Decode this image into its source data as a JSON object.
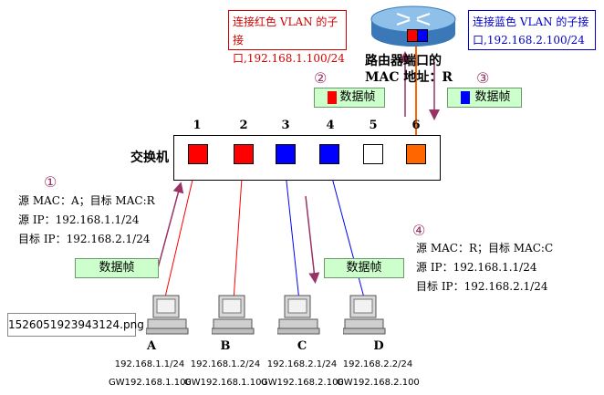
{
  "red_subif_note": [
    "连接红色 VLAN 的子接",
    "口,192.168.1.100/24"
  ],
  "blue_subif_note": [
    "连接蓝色 VLAN 的子接",
    "口,192.168.2.100/24"
  ],
  "router_mac": [
    "路由器端口的",
    "MAC 地址：R"
  ],
  "frame_label": "数据帧",
  "step_marks": [
    "①",
    "②",
    "③",
    "④"
  ],
  "switch_label": "交换机",
  "ports": [
    {
      "num": "1",
      "color": "#ff0000"
    },
    {
      "num": "2",
      "color": "#ff0000"
    },
    {
      "num": "3",
      "color": "#0000ff"
    },
    {
      "num": "4",
      "color": "#0000ff"
    },
    {
      "num": "5",
      "color": "#ffffff"
    },
    {
      "num": "6",
      "color": "#ff6600"
    }
  ],
  "step1": [
    "源 MAC：A；目标 MAC:R",
    "源 IP：192.168.1.1/24",
    "目标 IP：192.168.2.1/24"
  ],
  "step4": [
    "源 MAC：R；目标 MAC:C",
    "源 IP：192.168.1.1/24",
    "目标 IP：192.168.2.1/24"
  ],
  "filename": "1526051923943124.png",
  "pcs": [
    {
      "name": "A",
      "ip": "192.168.1.1/24",
      "gw": "GW192.168.1.100"
    },
    {
      "name": "B",
      "ip": "192.168.1.2/24",
      "gw": "GW192.168.1.100"
    },
    {
      "name": "C",
      "ip": "192.168.2.1/24",
      "gw": "GW192.168.2.100"
    },
    {
      "name": "D",
      "ip": "192.168.2.2/24",
      "gw": "GW192.168.2.100"
    }
  ],
  "colors": {
    "red_vlan": "#ff0000",
    "blue_vlan": "#0000ff",
    "trunk": "#ff6600",
    "frame_bg": "#ccffcc",
    "arrow": "#993366"
  }
}
